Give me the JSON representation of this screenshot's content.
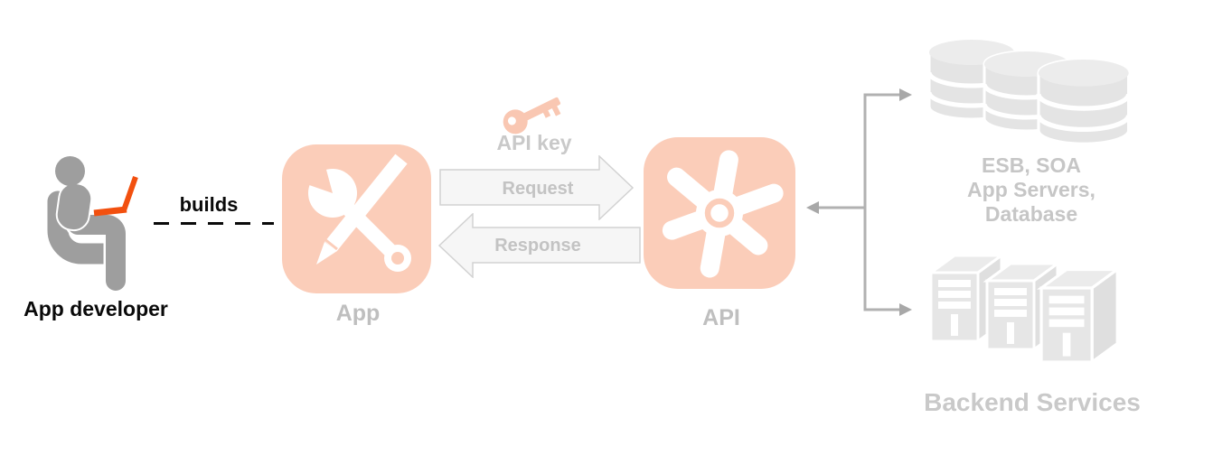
{
  "labels": {
    "app_developer": "App developer",
    "builds": "builds",
    "app": "App",
    "api": "API",
    "api_key": "API key",
    "request": "Request",
    "response": "Response",
    "esb_line1": "ESB, SOA",
    "esb_line2": "App Servers,",
    "esb_line3": "Database",
    "backend": "Backend Services"
  },
  "icons": {
    "developer": "person-at-laptop-icon",
    "app": "wrench-and-pencil-icon",
    "api": "cog-icon",
    "api_key": "key-icon",
    "esb": "database-stack-icon",
    "backend": "server-rack-icon"
  },
  "colors": {
    "tile_salmon": "#FBCDB9",
    "laptop_orange": "#F2500F",
    "figure_gray": "#9E9E9E",
    "backend_icon_gray": "#E4E4E4",
    "muted_label_gray": "#C4C4C4",
    "connector_gray": "#B1B1B1",
    "arrow_fill": "#F6F6F6",
    "arrow_stroke": "#D2D2D2",
    "text_black": "#0A0A0A"
  }
}
